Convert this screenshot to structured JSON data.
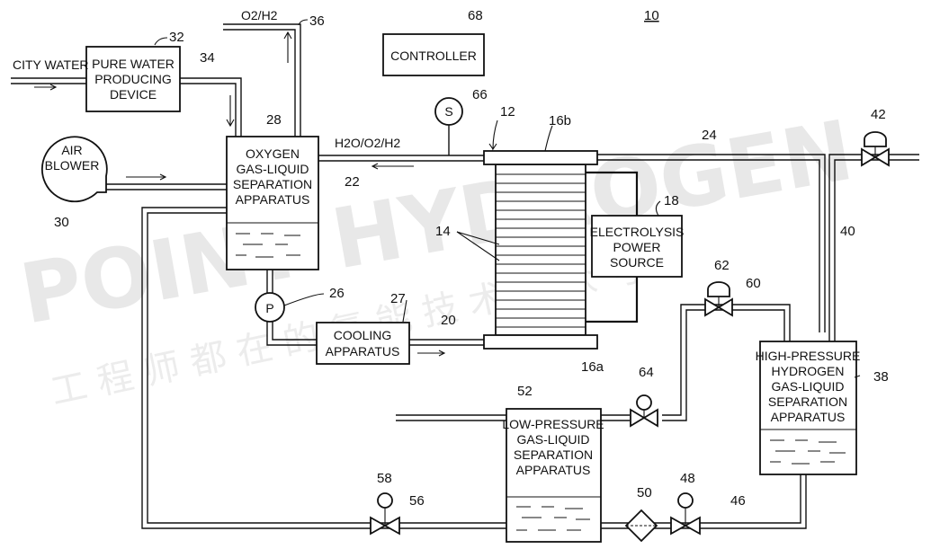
{
  "figure": {
    "system_number": "10",
    "labels": {
      "city_water": "CITY WATER",
      "o2_h2_vent": "O2/H2",
      "h2o_o2_h2": "H2O/O2/H2",
      "sensor_symbol": "S",
      "pump_symbol": "P"
    },
    "components": {
      "controller": {
        "number": "68",
        "lines": [
          "CONTROLLER"
        ]
      },
      "pure_water": {
        "number": "32",
        "lines": [
          "PURE WATER",
          "PRODUCING",
          "DEVICE"
        ]
      },
      "air_blower": {
        "number": "30",
        "lines": [
          "AIR",
          "BLOWER"
        ]
      },
      "oxygen_sep": {
        "number": "28",
        "lines": [
          "OXYGEN",
          "GAS-LIQUID",
          "SEPARATION",
          "APPARATUS"
        ]
      },
      "electrolysis": {
        "number": "18",
        "lines": [
          "ELECTROLYSIS",
          "POWER",
          "SOURCE"
        ]
      },
      "cooling": {
        "number": "27",
        "lines": [
          "COOLING",
          "APPARATUS"
        ]
      },
      "hp_sep": {
        "number": "38",
        "lines": [
          "HIGH-PRESSURE",
          "HYDROGEN",
          "GAS-LIQUID",
          "SEPARATION",
          "APPARATUS"
        ]
      },
      "lp_sep": {
        "number": "52",
        "lines": [
          "LOW-PRESSURE",
          "GAS-LIQUID",
          "SEPARATION",
          "APPARATUS"
        ]
      }
    },
    "numbers": {
      "stack": "12",
      "cells": "14",
      "end_plate_top": "16b",
      "end_plate_bottom": "16a",
      "sensor": "66",
      "pump": "26",
      "line_20": "20",
      "line_22": "22",
      "line_24": "24",
      "line_34": "34",
      "line_36": "36",
      "line_40": "40",
      "line_46": "46",
      "line_56": "56",
      "line_60": "60",
      "valve_42": "42",
      "valve_48": "48",
      "filter_50": "50",
      "valve_58": "58",
      "valve_62": "62",
      "valve_64": "64"
    },
    "watermark": {
      "brand": "POINT HYDROGEN",
      "cn": "工 程 师 都 在 的 氢 能 技 术 公 众 号"
    }
  }
}
